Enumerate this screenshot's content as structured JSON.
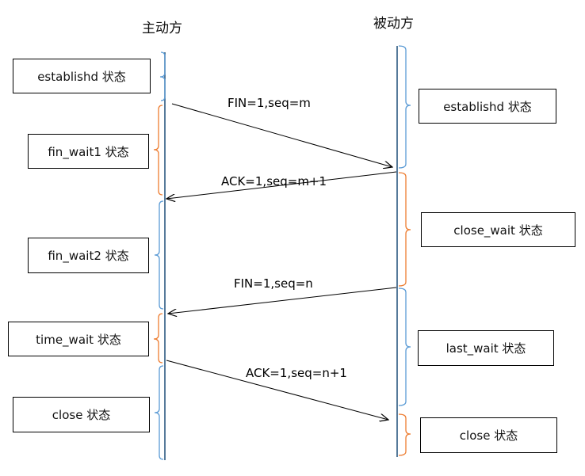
{
  "headers": {
    "active": "主动方",
    "passive": "被动方"
  },
  "active_states": [
    {
      "label": "establishd 状态",
      "bracket_color": "#5b9bd5"
    },
    {
      "label": "fin_wait1 状态",
      "bracket_color": "#ed7d31"
    },
    {
      "label": "fin_wait2 状态",
      "bracket_color": "#5b9bd5"
    },
    {
      "label": "time_wait 状态",
      "bracket_color": "#ed7d31"
    },
    {
      "label": "close 状态",
      "bracket_color": "#5b9bd5"
    }
  ],
  "passive_states": [
    {
      "label": "establishd 状态",
      "bracket_color": "#5b9bd5"
    },
    {
      "label": "close_wait 状态",
      "bracket_color": "#ed7d31"
    },
    {
      "label": "last_wait 状态",
      "bracket_color": "#5b9bd5"
    },
    {
      "label": "close 状态",
      "bracket_color": "#ed7d31"
    }
  ],
  "messages": [
    {
      "label": "FIN=1,seq=m",
      "direction": "active-to-passive"
    },
    {
      "label": "ACK=1,seq=m+1",
      "direction": "passive-to-active"
    },
    {
      "label": "FIN=1,seq=n",
      "direction": "passive-to-active"
    },
    {
      "label": "ACK=1,seq=n+1",
      "direction": "active-to-passive"
    }
  ]
}
